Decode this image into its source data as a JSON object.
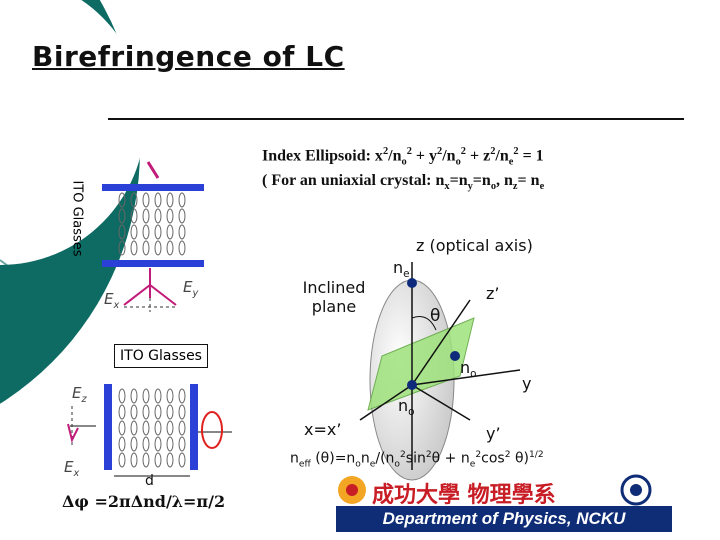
{
  "slide": {
    "title": "Birefringence of LC",
    "formula_lead": "Index Ellipsoid: x",
    "sup2": "2",
    "sub_o": "o",
    "sub_e": "e",
    "sub_x": "x",
    "sub_y": "y",
    "sub_z": "z",
    "eq_frag1": "/n",
    "eq_frag2": " + y",
    "eq_frag3": " + z",
    "eq_frag4": " = 1",
    "uniaxial_lead": "( For an uniaxial crystal: n",
    "uniaxial_eq1": "=n",
    "uniaxial_eq2": "=n",
    "uniaxial_sep": ", n",
    "uniaxial_eq3": "= n"
  },
  "cell_diagram": {
    "ito_vertical": "ITO Glasses",
    "ito_box": "ITO Glasses",
    "ex_top": "E",
    "ey_top": "E",
    "ez": "E",
    "ex_bottom": "E",
    "d_label": "d",
    "phase_prefix": "Δφ =2πΔnd/λ=π/2"
  },
  "ellipsoid": {
    "z_axis": "z (optical axis)",
    "ne": "n",
    "z_prime": "z’",
    "theta": "θ",
    "inclined": "Inclined",
    "plane": "plane",
    "no_right": "n",
    "no_bottom": "n",
    "y": "y",
    "x": "x=x’",
    "y_prime": "y’",
    "neff_main": "n",
    "neff_sub": "eff",
    "neff_eq1": " (θ)=n",
    "neff_eq2": "n",
    "neff_eq3": "/(n",
    "neff_eq4": "sin",
    "neff_eq5": "θ + n",
    "neff_eq6": "cos",
    "neff_eq7": " θ)",
    "neff_pow": "1/2"
  },
  "logo": {
    "cjk": "成功大學 物理學系",
    "footer": "Department of Physics, NCKU"
  },
  "colors": {
    "teal": "#0e6b63",
    "cell_blue": "#2a40d6",
    "ellipsoid_green": "#9ee27b",
    "arrow_magenta": "#c21a78",
    "arrow_red": "#e0221e",
    "footer_navy": "#0f2c76"
  }
}
